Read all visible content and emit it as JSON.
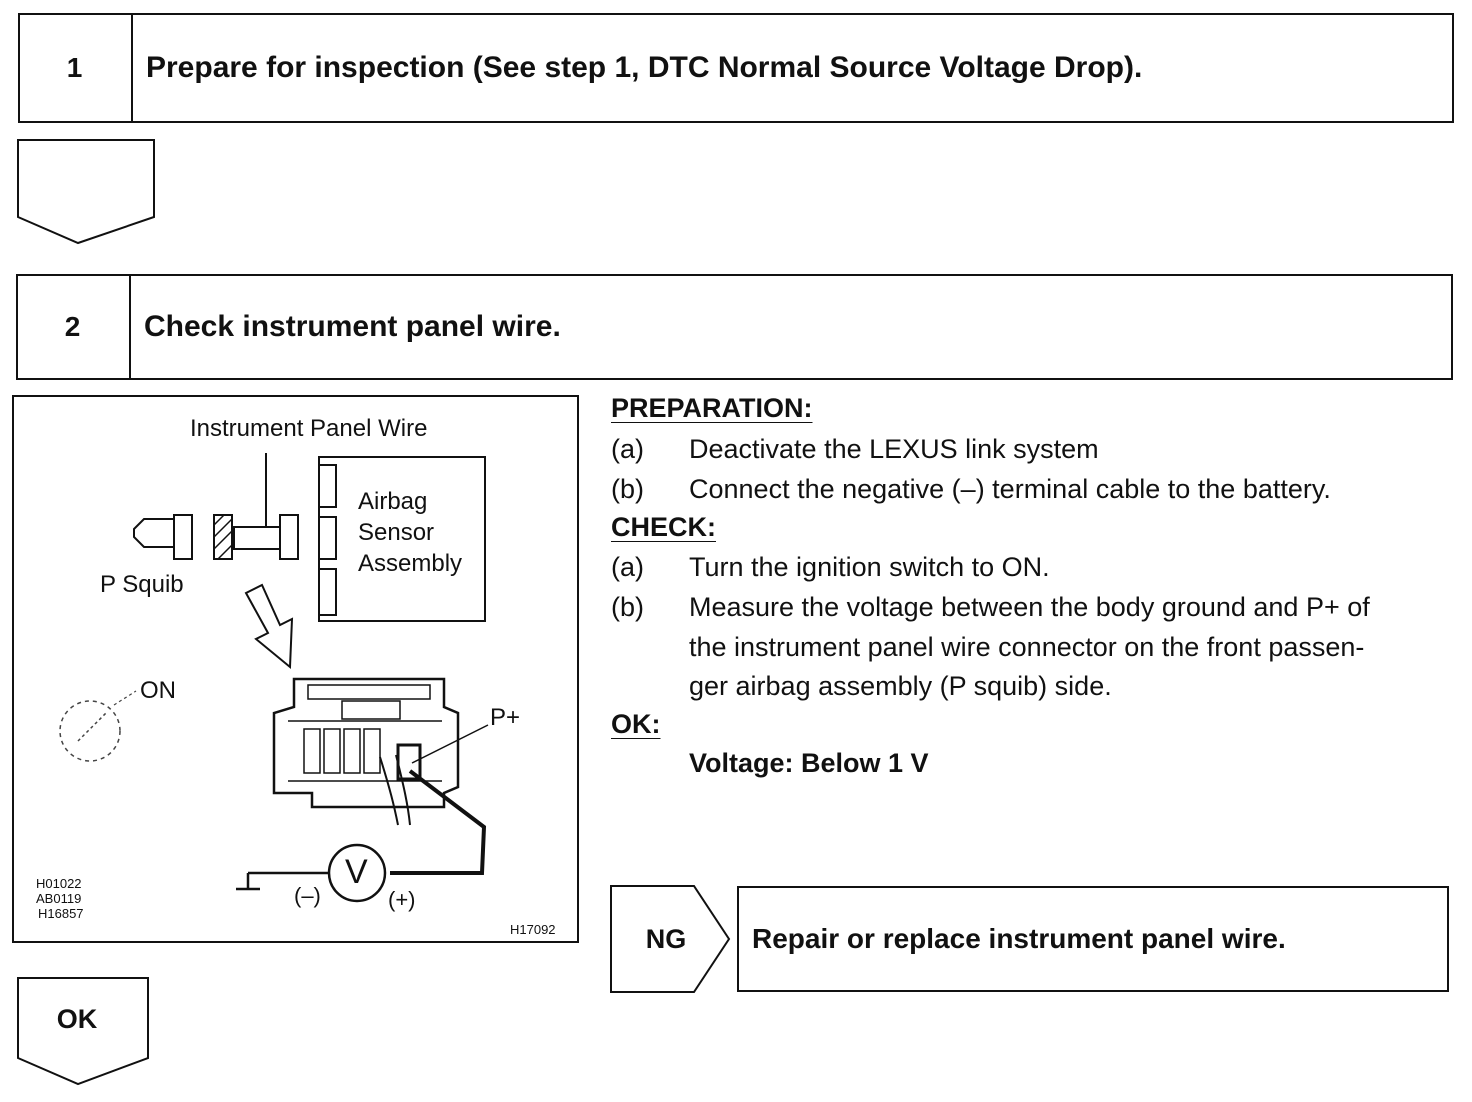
{
  "step1": {
    "number": "1",
    "title": "Prepare for inspection (See step 1, DTC Normal Source Voltage Drop)."
  },
  "step2": {
    "number": "2",
    "title": "Check instrument panel wire."
  },
  "diagram": {
    "label_wire": "Instrument Panel Wire",
    "label_sensor": [
      "Airbag",
      "Sensor",
      "Assembly"
    ],
    "label_squib": "P Squib",
    "label_on": "ON",
    "label_pplus": "P+",
    "label_minus": "(–)",
    "label_plus": "(+)",
    "label_v": "V",
    "codes": [
      "H01022",
      "AB0119",
      "H16857"
    ],
    "figure_id": "H17092"
  },
  "preparation": {
    "heading": "PREPARATION:",
    "items": [
      {
        "marker": "(a)",
        "text": "Deactivate the LEXUS link system"
      },
      {
        "marker": "(b)",
        "text": "Connect the negative (–) terminal cable to the battery."
      }
    ]
  },
  "check": {
    "heading": "CHECK:",
    "items": [
      {
        "marker": "(a)",
        "lines": [
          "Turn the ignition switch to ON."
        ]
      },
      {
        "marker": "(b)",
        "lines": [
          "Measure the voltage between the body ground and P+ of",
          "the instrument panel wire connector on the front passen-",
          "ger airbag assembly (P squib) side."
        ]
      }
    ]
  },
  "ok": {
    "heading": "OK:",
    "spec": "Voltage: Below 1 V"
  },
  "ng": {
    "label": "NG",
    "action": "Repair or replace instrument panel wire."
  },
  "ok_flow": {
    "label": "OK"
  }
}
